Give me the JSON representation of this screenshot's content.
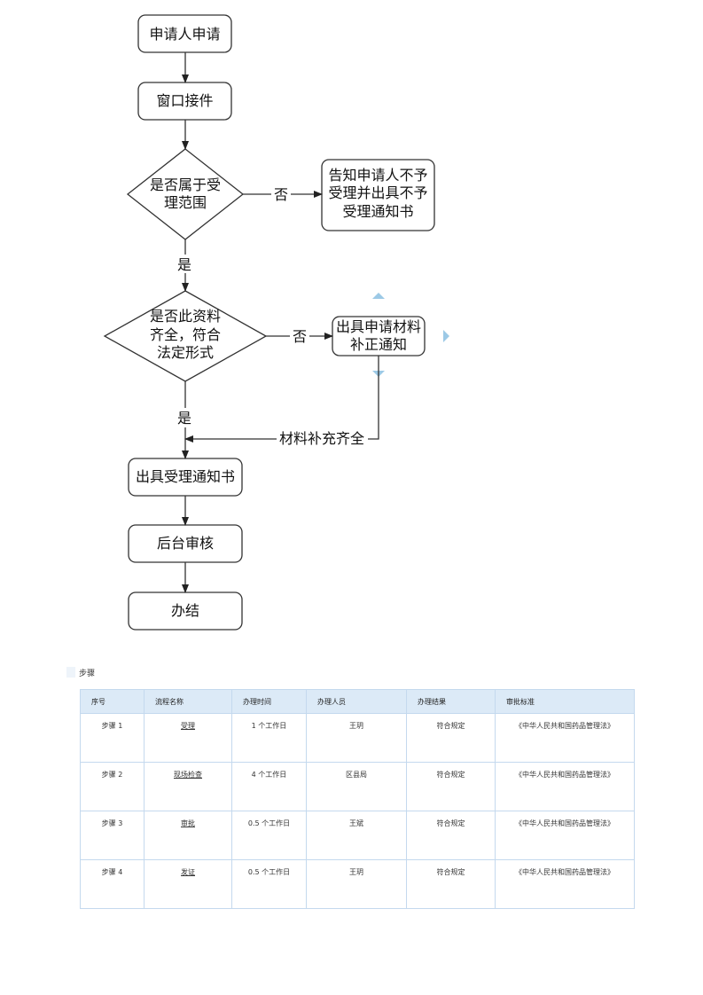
{
  "flowchart": {
    "nodes": {
      "apply": "申请人申请",
      "window": "窗口接件",
      "check_scope": [
        "是否属于受",
        "理范围"
      ],
      "reject": [
        "告知申请人不予",
        "受理并出具不予",
        "受理通知书"
      ],
      "check_docs": [
        "是否此资料",
        "齐全，符合",
        "法定形式"
      ],
      "supplement": [
        "出具申请材料",
        "补正通知"
      ],
      "accept": "出具受理通知书",
      "review": "后台审核",
      "finish": "办结"
    },
    "edge_labels": {
      "scope_no": "否",
      "scope_yes": "是",
      "docs_no": "否",
      "docs_yes": "是",
      "supplemented": "材料补充齐全"
    }
  },
  "steps": {
    "section_label": "步骤",
    "headers": [
      "序号",
      "流程名称",
      "办理时间",
      "办理人员",
      "办理结果",
      "审批标准"
    ],
    "rows": [
      {
        "no": "步骤 1",
        "name": "受理",
        "time": "1 个工作日",
        "person": "王玥",
        "result": "符合规定",
        "standard": "《中华人民共和国药品管理法》"
      },
      {
        "no": "步骤 2",
        "name": "现场检查",
        "time": "4 个工作日",
        "person": "区县局",
        "result": "符合规定",
        "standard": "《中华人民共和国药品管理法》"
      },
      {
        "no": "步骤 3",
        "name": "审批",
        "time": "0.5 个工作日",
        "person": "王斌",
        "result": "符合规定",
        "standard": "《中华人民共和国药品管理法》"
      },
      {
        "no": "步骤 4",
        "name": "发证",
        "time": "0.5 个工作日",
        "person": "王玥",
        "result": "符合规定",
        "standard": "《中华人民共和国药品管理法》"
      }
    ]
  }
}
